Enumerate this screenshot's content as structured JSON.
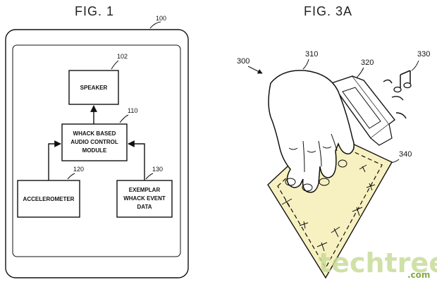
{
  "fig1": {
    "title": "FIG. 1",
    "device_ref": "100",
    "speaker": {
      "ref": "102",
      "label": "SPEAKER"
    },
    "control": {
      "ref": "110",
      "lines": [
        "WHACK BASED",
        "AUDIO CONTROL",
        "MODULE"
      ]
    },
    "accelerometer": {
      "ref": "120",
      "label": "ACCELEROMETER"
    },
    "exemplar": {
      "ref": "130",
      "lines": [
        "EXEMPLAR",
        "WHACK EVENT",
        "DATA"
      ]
    }
  },
  "fig3a": {
    "title": "FIG. 3A",
    "refs": {
      "scene": "300",
      "hand": "310",
      "device": "320",
      "sound": "330",
      "surface": "340"
    }
  },
  "watermark": {
    "brand": "techtree",
    "suffix": ".com"
  },
  "colors": {
    "box_fill": "#fbf6c8",
    "surface_fill": "#f7f0c0",
    "ink": "#111111",
    "watermark": "#c8dc9a"
  }
}
